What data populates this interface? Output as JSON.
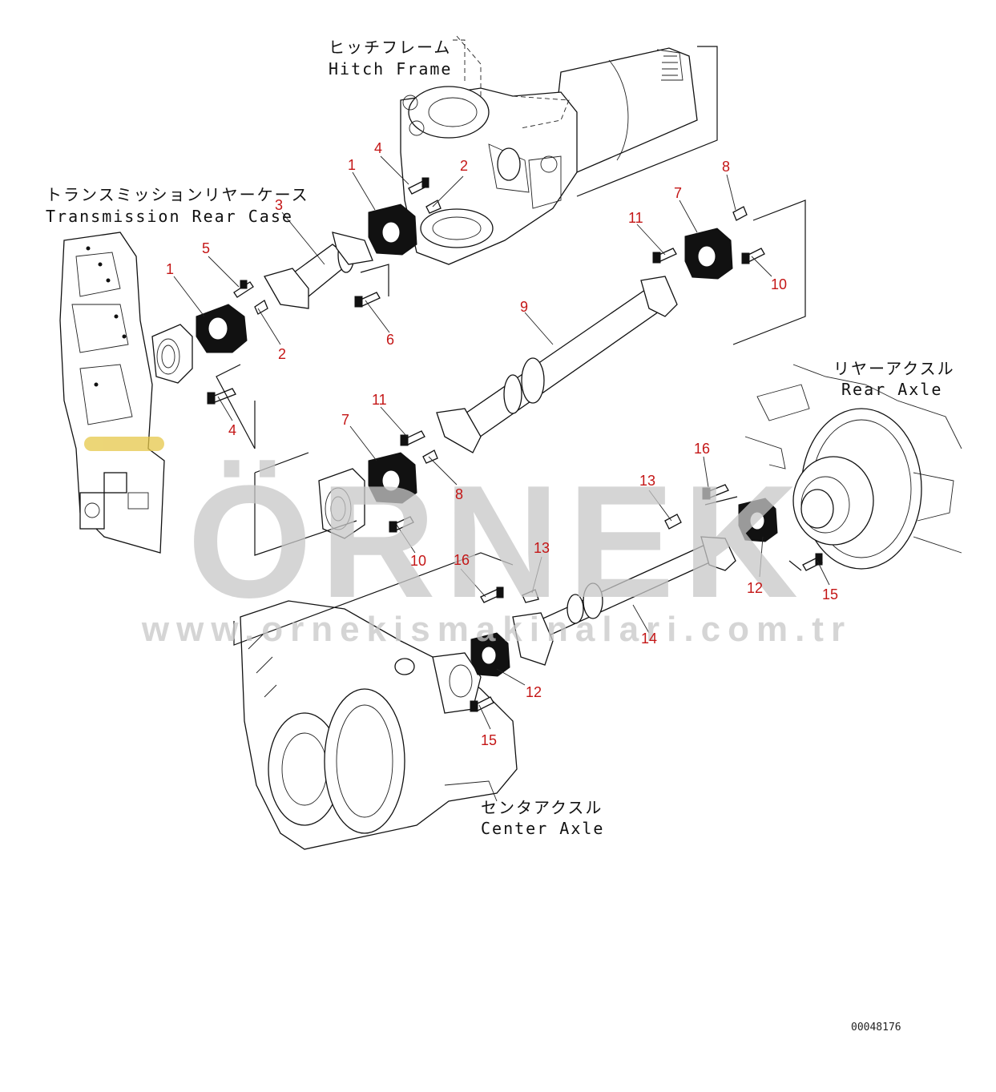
{
  "labels": {
    "hitch_frame_jp": "ヒッチフレーム",
    "hitch_frame_en": "Hitch Frame",
    "trans_case_jp": "トランスミッションリヤーケース",
    "trans_case_en": "Transmission Rear Case",
    "rear_axle_jp": "リヤーアクスル",
    "rear_axle_en": "Rear Axle",
    "center_axle_jp": "センタアクスル",
    "center_axle_en": "Center Axle"
  },
  "callouts": [
    "1",
    "2",
    "3",
    "4",
    "5",
    "6",
    "7",
    "8",
    "9",
    "10",
    "11",
    "12",
    "13",
    "14",
    "15",
    "16"
  ],
  "drawing_code": "00048176",
  "watermark": {
    "logo": "ÖRNEK",
    "url": "www.ornekismakinalari.com.tr",
    "color": "#c8c8c8",
    "accent": "#e6c84a"
  },
  "colors": {
    "callout": "#c41616",
    "line": "#111111"
  }
}
